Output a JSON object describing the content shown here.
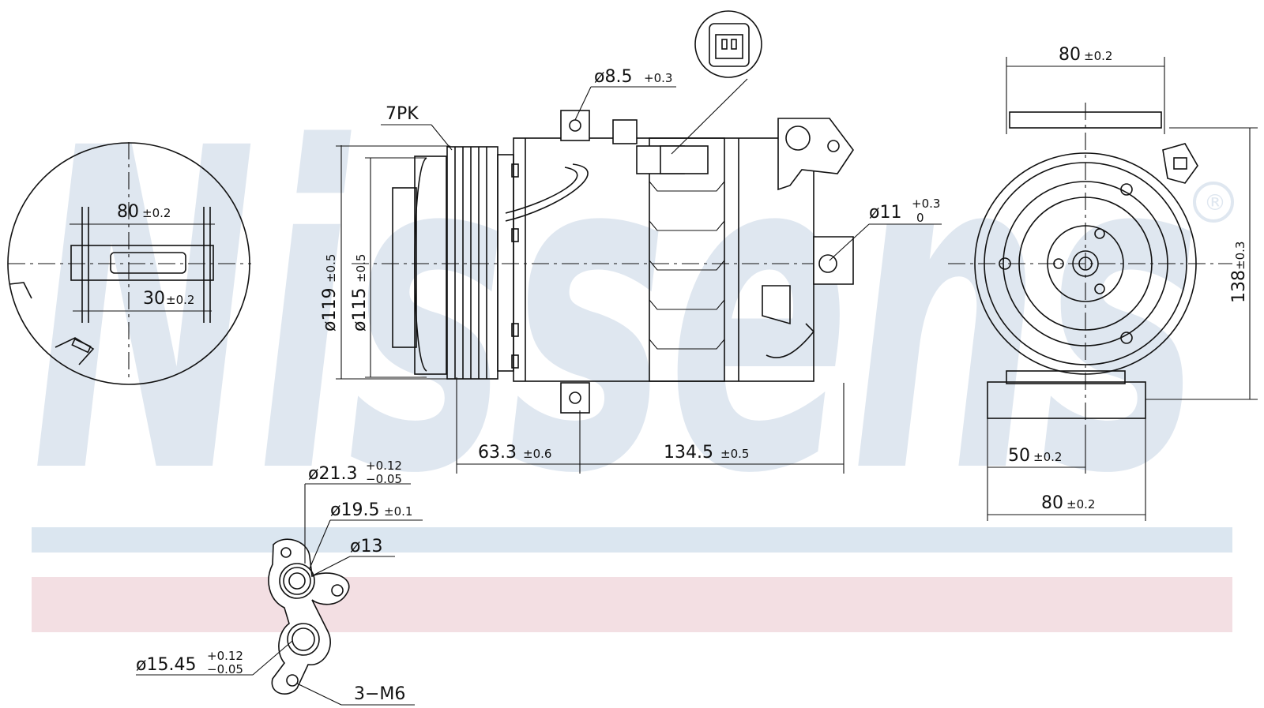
{
  "watermark": {
    "text": "Nissens",
    "registered_mark": "®"
  },
  "colors": {
    "band_blue": "#dbe6f0",
    "band_pink": "#f3dfe3",
    "watermark": "#dfe7f0",
    "line": "#111111"
  },
  "side_view": {
    "pulley_label": "7PK",
    "dia_outer": {
      "main": "ø119",
      "tol": "±0.5"
    },
    "dia_inner": {
      "main": "ø115",
      "tol": "±0.5"
    },
    "bolt_hole": {
      "main": "ø8.5",
      "tol": "+0.3"
    },
    "mount_hole": {
      "main": "ø11",
      "tol_up": "+0.3",
      "tol_low": "0"
    },
    "len_a": {
      "main": "63.3",
      "tol": "±0.6"
    },
    "len_b": {
      "main": "134.5",
      "tol": "±0.5"
    }
  },
  "left_view": {
    "width": {
      "main": "80",
      "tol": "±0.2"
    },
    "slot": {
      "main": "30",
      "tol": "±0.2"
    }
  },
  "front_view": {
    "top_width": {
      "main": "80",
      "tol": "±0.2"
    },
    "height": {
      "main": "138",
      "tol": "±0.3"
    },
    "base_inner": {
      "main": "50",
      "tol": "±0.2"
    },
    "base_outer": {
      "main": "80",
      "tol": "±0.2"
    }
  },
  "port_detail": {
    "d1": {
      "main": "ø21.3",
      "tol_up": "+0.12",
      "tol_low": "−0.05"
    },
    "d2": {
      "main": "ø19.5",
      "tol": "±0.1"
    },
    "d3": {
      "main": "ø13"
    },
    "d4": {
      "main": "ø15.45",
      "tol_up": "+0.12",
      "tol_low": "−0.05"
    },
    "thread": "3−M6"
  }
}
